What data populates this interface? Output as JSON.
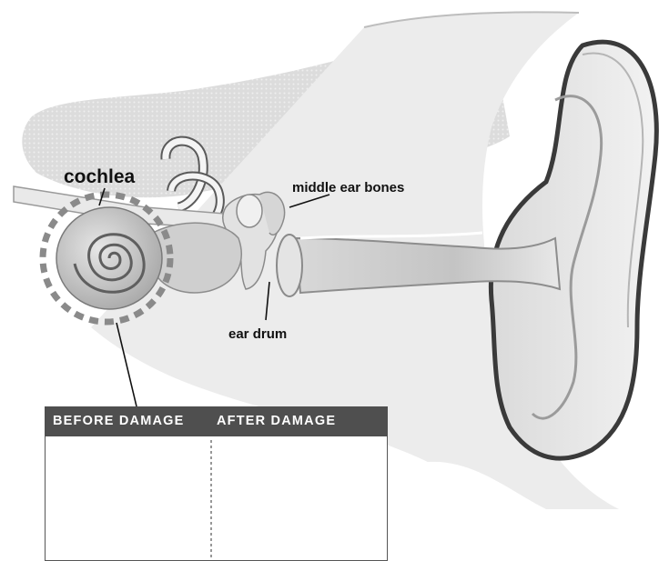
{
  "labels": {
    "cochlea": "cochlea",
    "middle_ear_bones": "middle ear bones",
    "ear_drum": "ear drum"
  },
  "panel": {
    "before": "BEFORE DAMAGE",
    "after": "AFTER DAMAGE"
  },
  "colors": {
    "panel_header": "#4f4f4f",
    "highlight_ring": "#8a8a8a",
    "outline": "#3a3a3a"
  }
}
